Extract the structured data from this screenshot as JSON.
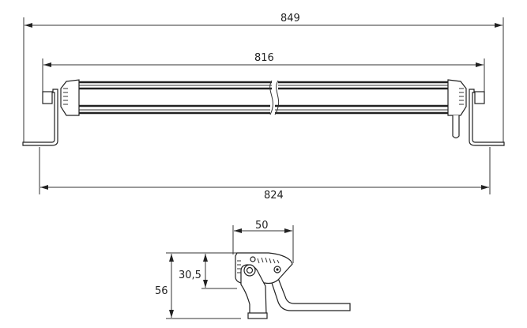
{
  "dimensions": {
    "overall_width": "849",
    "body_length": "816",
    "mount_spacing": "824",
    "depth": "50",
    "height_total": "56",
    "height_body": "30,5"
  }
}
